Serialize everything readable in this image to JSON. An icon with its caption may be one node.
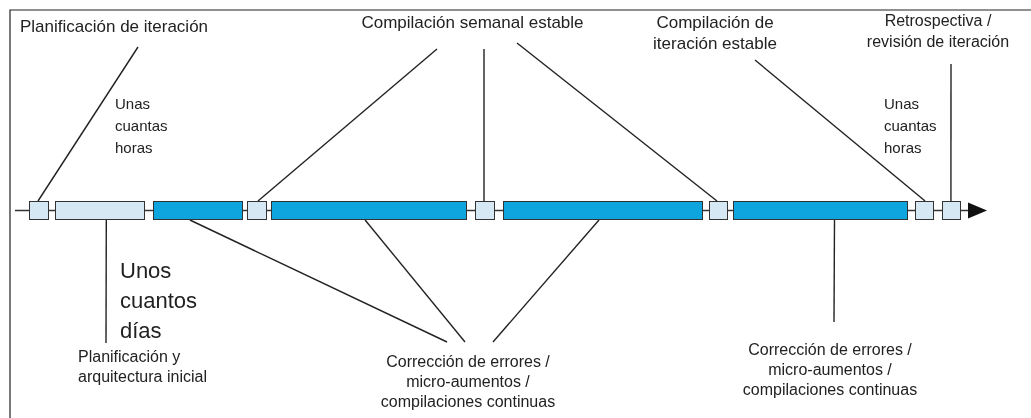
{
  "diagram": {
    "nodes": [
      {
        "text": [
          "Planificación de iteración"
        ]
      },
      {
        "text": [
          "Compilación semanal estable"
        ]
      },
      {
        "text": [
          "Compilación de iteración estable"
        ]
      },
      {
        "text": [
          "Retrospectiva / revisión de iteración"
        ]
      },
      {
        "text": [],
        "shape": "box"
      },
      {
        "text": [],
        "shape": "box"
      },
      {
        "text": [],
        "shape": "box"
      },
      {
        "text": [],
        "shape": "box"
      },
      {
        "text": [],
        "shape": "box"
      },
      {
        "text": [],
        "shape": "box"
      },
      {
        "text": [],
        "shape": "box"
      },
      {
        "text": [],
        "shape": "box"
      },
      {
        "text": [],
        "shape": "box"
      },
      {
        "text": [],
        "shape": "box"
      },
      {
        "text": [],
        "shape": "box"
      },
      {
        "text": [
          "Planificación y arquitectura inicial"
        ]
      },
      {
        "text": [
          "Corrección de errores / micro-aumentos / compilaciones continuas"
        ]
      },
      {
        "text": [
          "Corrección de errores / micro-aumentos / compilaciones continuas"
        ]
      }
    ],
    "edges": [
      {
        "from": 0,
        "to": 4,
        "arrow": "none"
      },
      {
        "from": 1,
        "to": 7,
        "arrow": "none"
      },
      {
        "from": 1,
        "to": 9,
        "arrow": "none"
      },
      {
        "from": 1,
        "to": 11,
        "arrow": "none"
      },
      {
        "from": 2,
        "to": 13,
        "arrow": "none"
      },
      {
        "from": 3,
        "to": 14,
        "arrow": "none"
      },
      {
        "from": 15,
        "to": 5,
        "arrow": "none"
      },
      {
        "from": 16,
        "to": 6,
        "arrow": "none"
      },
      {
        "from": 16,
        "to": 8,
        "arrow": "none"
      },
      {
        "from": 16,
        "to": 10,
        "arrow": "none"
      },
      {
        "from": 17,
        "to": 12,
        "arrow": "none"
      }
    ],
    "labels": [
      "Unas cuantas horas",
      "Unas cuantas horas",
      "Unos cuantos días"
    ]
  }
}
